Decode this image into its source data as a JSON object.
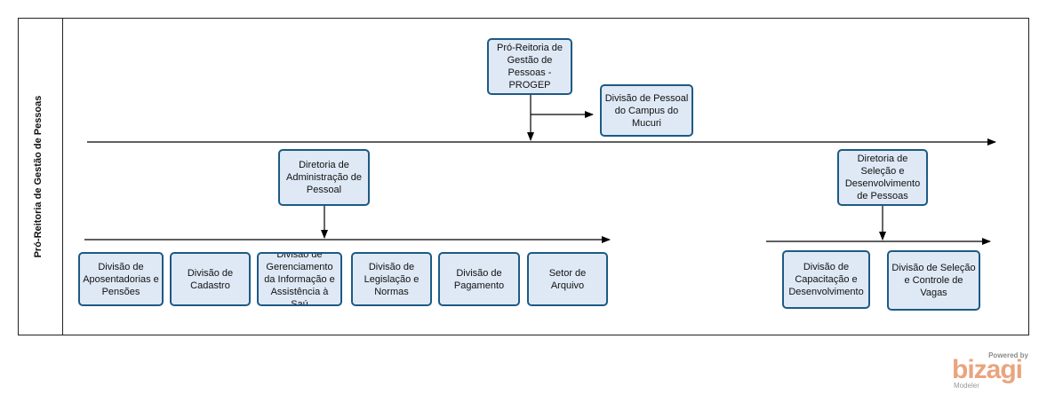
{
  "lane": {
    "title": "Pró-Reitoria de Gestão de Pessoas"
  },
  "nodes": {
    "progep": "Pró-Reitoria de Gestão de Pessoas - PROGEP",
    "div_pessoal_mucuri": "Divisão de Pessoal do Campus do Mucuri",
    "dir_admin_pessoal": "Diretoria de Administração de Pessoal",
    "dir_selecao_desenv": "Diretoria de Seleção e Desenvolvimento de Pessoas",
    "div_aposentadorias": "Divisão de Aposentadorias e Pensões",
    "div_cadastro": "Divisão de Cadastro",
    "div_gerenciamento_info": "Divisão de Gerenciamento da Informação e Assistência à Saú",
    "div_legislacao": "Divisão de Legislação e Normas",
    "div_pagamento": "Divisão de Pagamento",
    "setor_arquivo": "Setor de Arquivo",
    "div_capacitacao": "Divisão de Capacitação e Desenvolvimento",
    "div_selecao_vagas": "Divisão de Seleção e Controle de Vagas"
  },
  "logo": {
    "powered": "Powered by",
    "brand": "bizagi",
    "sub": "Modeler"
  },
  "colors": {
    "box_fill": "#dfe9f6",
    "box_border": "#1d5a84",
    "line": "#000000",
    "logo": "#e9a47e"
  }
}
